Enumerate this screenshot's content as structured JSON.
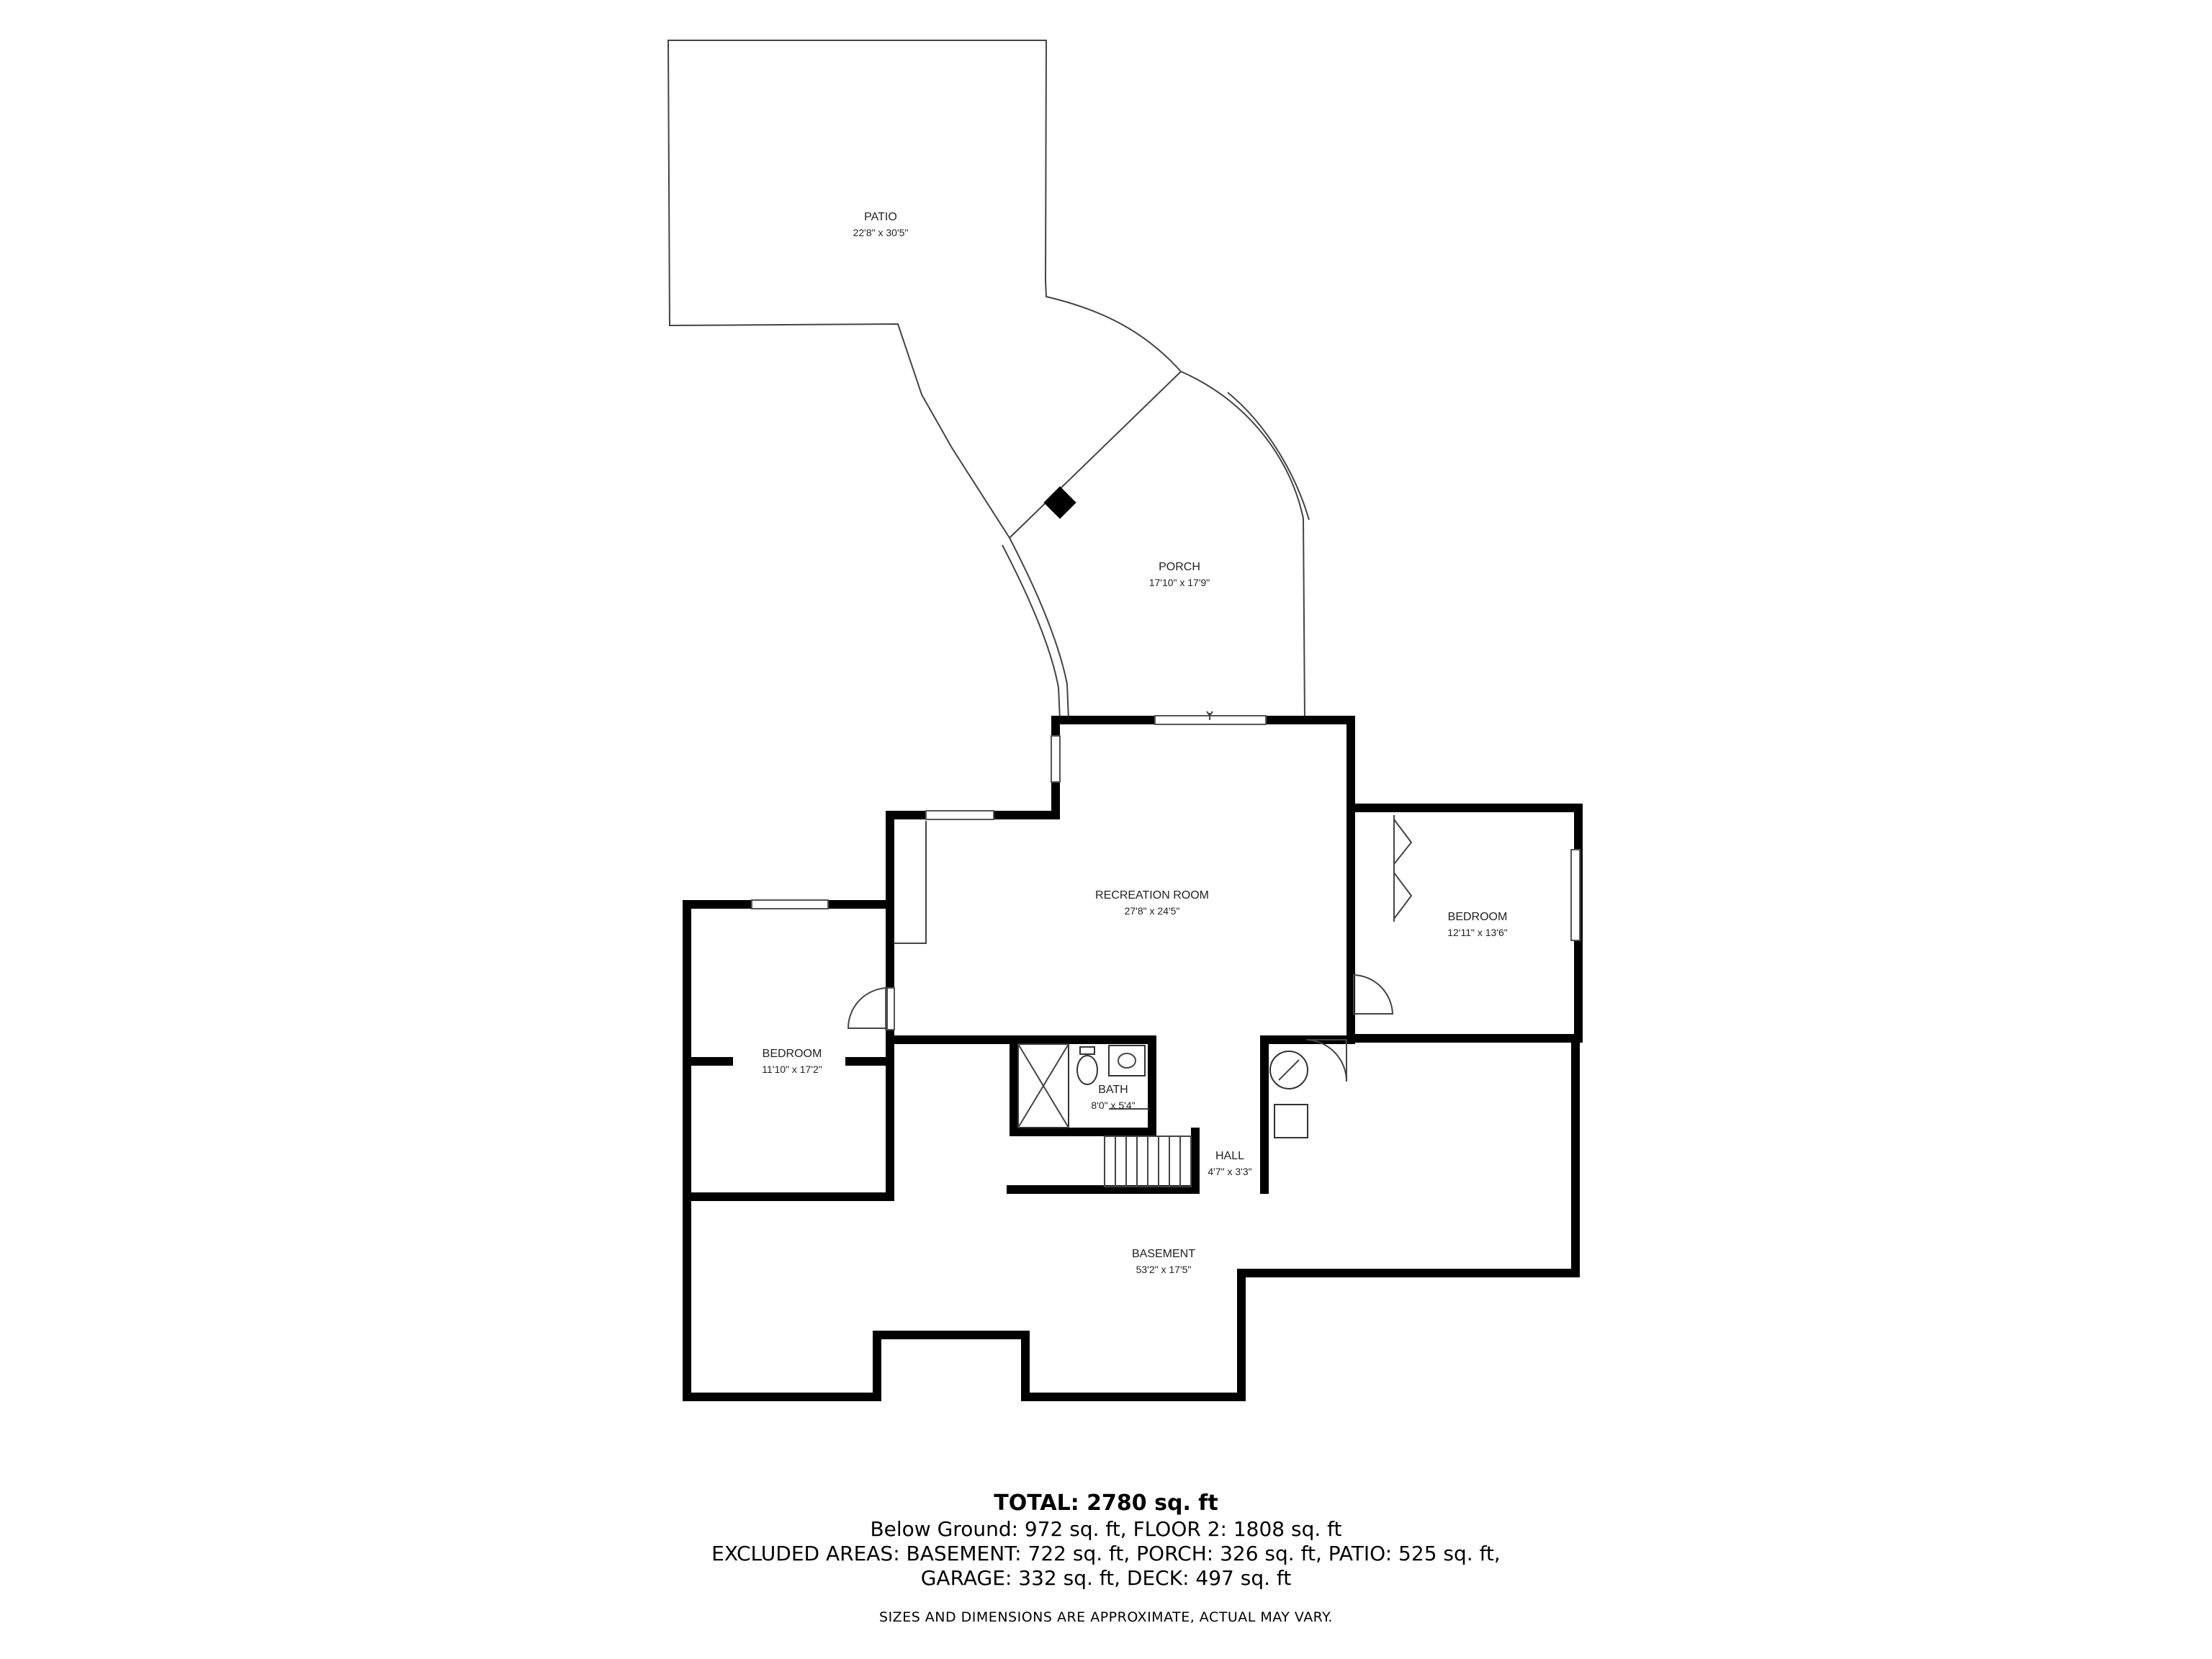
{
  "rooms": {
    "patio": {
      "name": "PATIO",
      "dims": "22'8\" x 30'5\""
    },
    "porch": {
      "name": "PORCH",
      "dims": "17'10\" x 17'9\""
    },
    "recreation_room": {
      "name": "RECREATION ROOM",
      "dims": "27'8\" x 24'5\""
    },
    "bedroom_east": {
      "name": "BEDROOM",
      "dims": "12'11\" x 13'6\""
    },
    "bedroom_west": {
      "name": "BEDROOM",
      "dims": "11'10\" x 17'2\""
    },
    "bath": {
      "name": "BATH",
      "dims": "8'0\" x 5'4\""
    },
    "hall": {
      "name": "HALL",
      "dims": "4'7\" x 3'3\""
    },
    "basement": {
      "name": "BASEMENT",
      "dims": "53'2\" x 17'5\""
    }
  },
  "summary": {
    "total": "TOTAL: 2780 sq. ft",
    "line1": "Below Ground: 972 sq. ft, FLOOR 2: 1808 sq. ft",
    "line2": "EXCLUDED AREAS: BASEMENT: 722 sq. ft, PORCH: 326 sq. ft, PATIO: 525 sq. ft,",
    "line3": "GARAGE: 332 sq. ft, DECK: 497 sq. ft",
    "disclaimer": "SIZES AND DIMENSIONS ARE APPROXIMATE, ACTUAL MAY VARY."
  }
}
